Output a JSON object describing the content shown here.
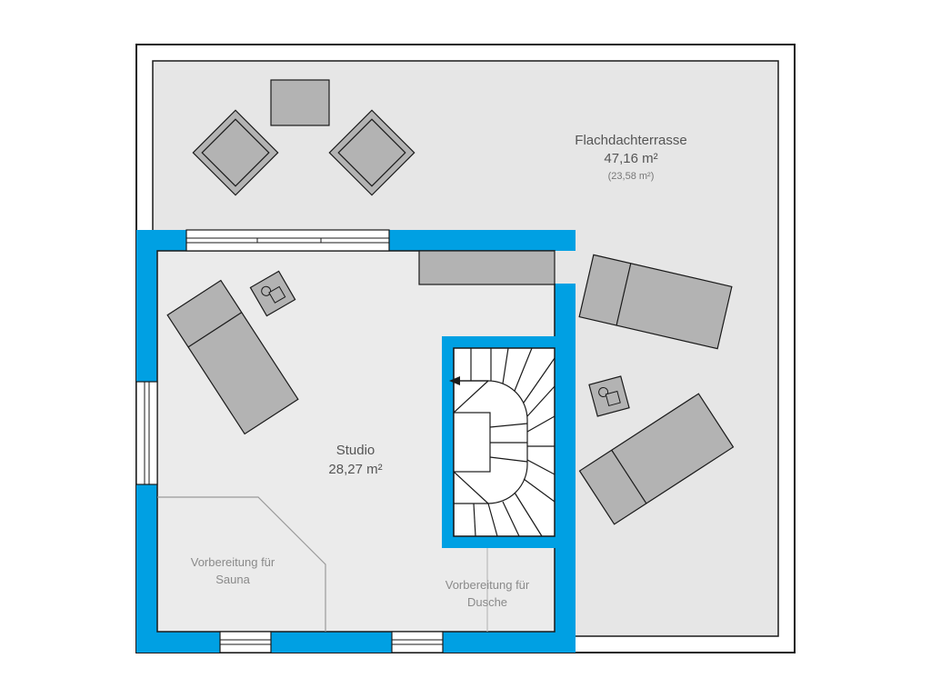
{
  "rooms": {
    "terrace": {
      "name": "Flachdachterrasse",
      "area": "47,16 m²",
      "area_note": "(23,58 m²)"
    },
    "studio": {
      "name": "Studio",
      "area": "28,27 m²"
    },
    "sauna": {
      "line1": "Vorbereitung für",
      "line2": "Sauna"
    },
    "shower": {
      "line1": "Vorbereitung für",
      "line2": "Dusche"
    }
  },
  "colors": {
    "wall": "#00a0e3",
    "terrace_floor": "#e6e6e6",
    "studio_floor": "#ebebeb",
    "furniture": "#b3b3b3",
    "outline": "#1a1a1a",
    "label_text": "#555555",
    "label_light": "#8a8a8a"
  }
}
